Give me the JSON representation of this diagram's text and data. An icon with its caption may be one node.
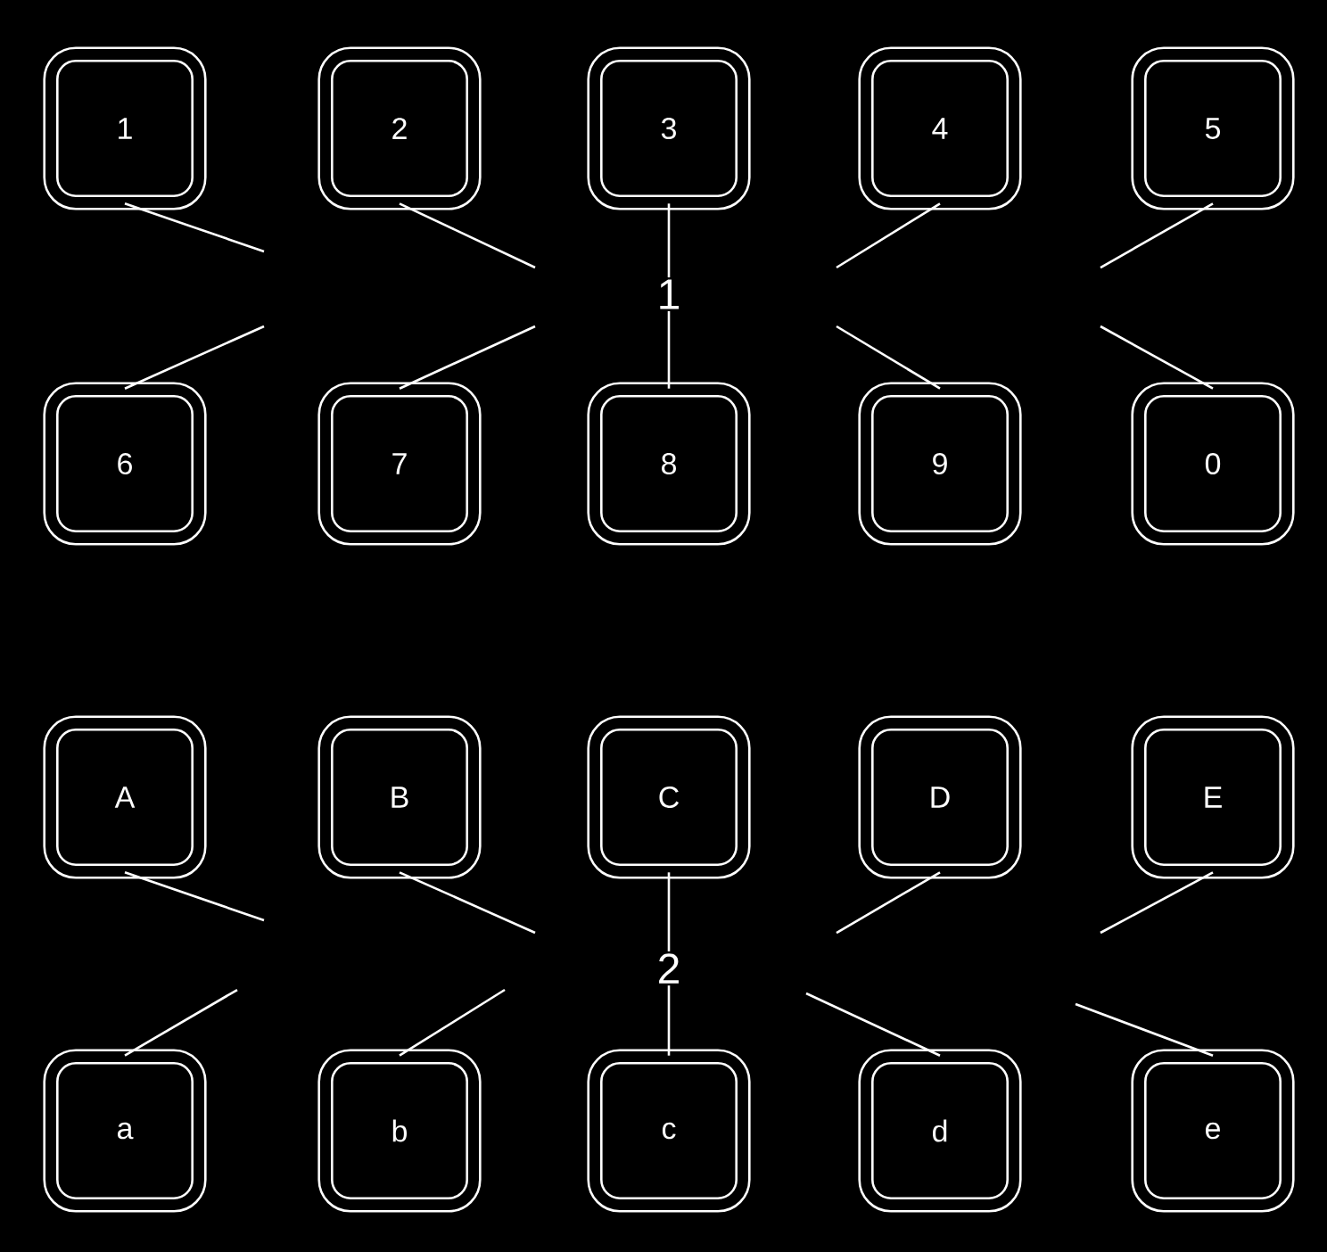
{
  "diagram": {
    "nodes": [
      {
        "text": [
          "1"
        ]
      },
      {
        "text": [
          "2"
        ]
      },
      {
        "text": [
          "3"
        ]
      },
      {
        "text": [
          "4"
        ]
      },
      {
        "text": [
          "5"
        ]
      },
      {
        "text": [
          "1"
        ]
      },
      {
        "text": [
          "6"
        ]
      },
      {
        "text": [
          "7"
        ]
      },
      {
        "text": [
          "8"
        ]
      },
      {
        "text": [
          "9"
        ]
      },
      {
        "text": [
          "0"
        ]
      },
      {
        "text": [
          "A"
        ]
      },
      {
        "text": [
          "B"
        ]
      },
      {
        "text": [
          "C"
        ]
      },
      {
        "text": [
          "D"
        ]
      },
      {
        "text": [
          "E"
        ]
      },
      {
        "text": [
          "2"
        ]
      },
      {
        "text": [
          "a"
        ]
      },
      {
        "text": [
          "b"
        ]
      },
      {
        "text": [
          "c"
        ]
      },
      {
        "text": [
          "d"
        ]
      },
      {
        "text": [
          "e"
        ]
      }
    ],
    "edges": [
      {
        "from": 0,
        "to": null,
        "arrow": "none"
      },
      {
        "from": 1,
        "to": null,
        "arrow": "none"
      },
      {
        "from": 2,
        "to": 5,
        "arrow": "none"
      },
      {
        "from": 3,
        "to": null,
        "arrow": "none"
      },
      {
        "from": 4,
        "to": null,
        "arrow": "none"
      },
      {
        "from": 6,
        "to": null,
        "arrow": "none"
      },
      {
        "from": 7,
        "to": null,
        "arrow": "none"
      },
      {
        "from": 8,
        "to": 5,
        "arrow": "none"
      },
      {
        "from": 9,
        "to": null,
        "arrow": "none"
      },
      {
        "from": 10,
        "to": null,
        "arrow": "none"
      },
      {
        "from": 11,
        "to": null,
        "arrow": "none"
      },
      {
        "from": 12,
        "to": null,
        "arrow": "none"
      },
      {
        "from": 13,
        "to": 16,
        "arrow": "none"
      },
      {
        "from": 14,
        "to": null,
        "arrow": "none"
      },
      {
        "from": 15,
        "to": null,
        "arrow": "none"
      },
      {
        "from": 17,
        "to": null,
        "arrow": "none"
      },
      {
        "from": 18,
        "to": null,
        "arrow": "none"
      },
      {
        "from": 19,
        "to": 16,
        "arrow": "none"
      },
      {
        "from": 20,
        "to": null,
        "arrow": "none"
      },
      {
        "from": 21,
        "to": null,
        "arrow": "none"
      }
    ]
  }
}
